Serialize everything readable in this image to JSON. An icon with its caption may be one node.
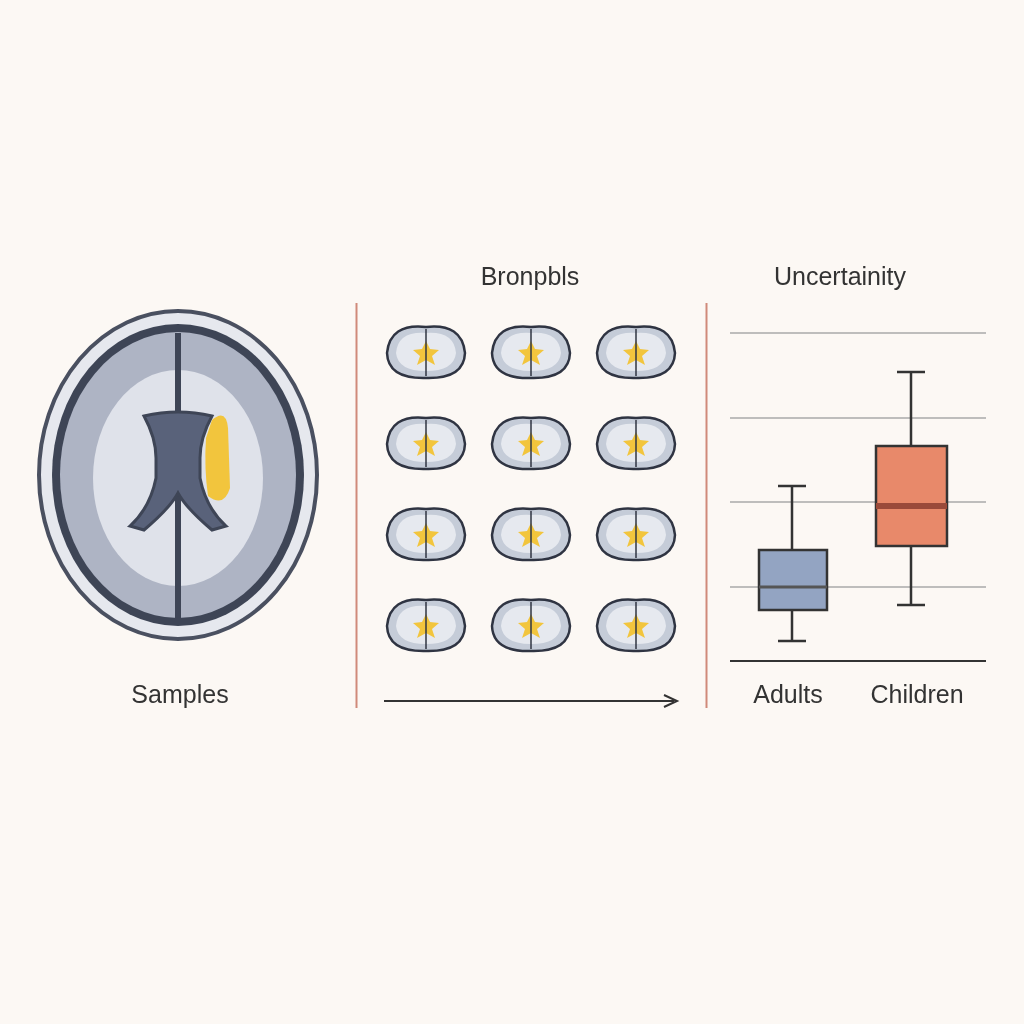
{
  "diagram": {
    "labels": [
      "Bronpbls",
      "Uncertainity",
      "Samples",
      "Adults",
      "Children"
    ]
  }
}
